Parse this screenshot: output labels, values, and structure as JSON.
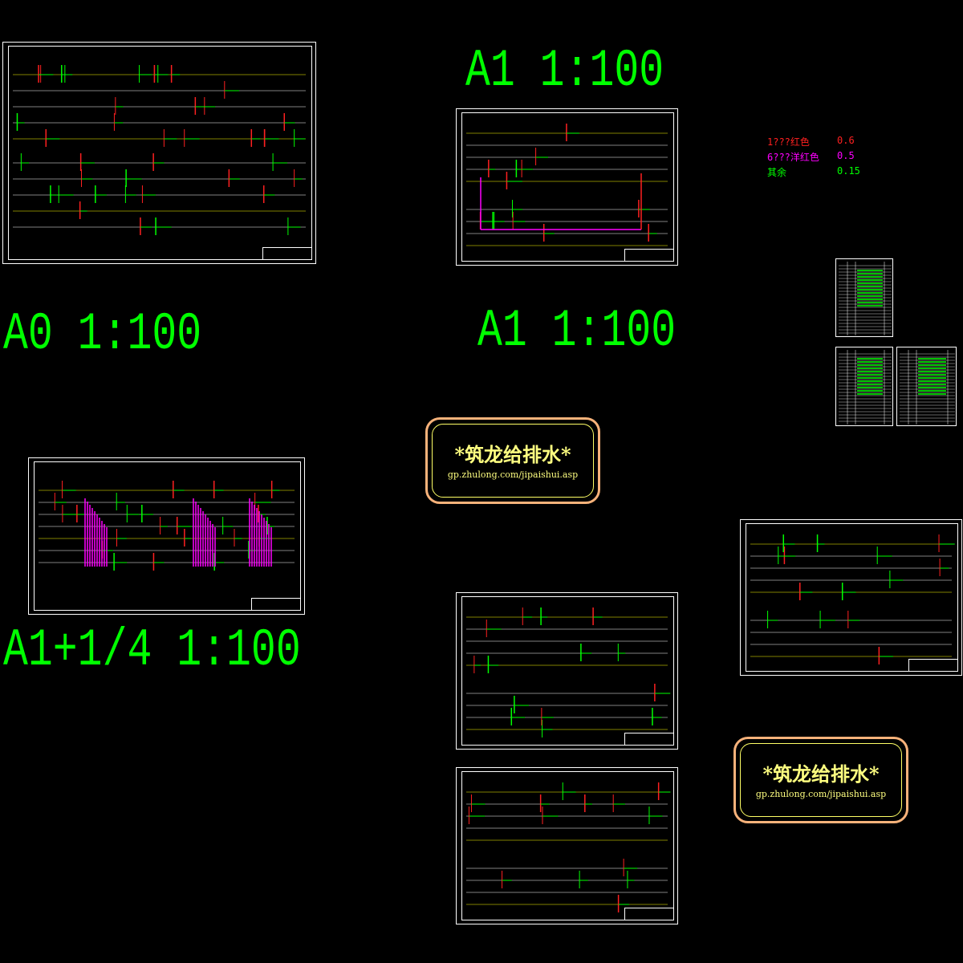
{
  "labels": {
    "top_a1": "A1 1:100",
    "a0": "A0 1:100",
    "mid_a1": "A1 1:100",
    "a1q": "A1+1/4 1:100"
  },
  "legend": [
    {
      "name": "1???红色",
      "value": "0.6",
      "color": "#ff2020"
    },
    {
      "name": "6???洋红色",
      "value": "0.5",
      "color": "#ff00ff"
    },
    {
      "name": "其余",
      "value": "0.15",
      "color": "#00ff00"
    }
  ],
  "watermark": {
    "title": "*筑龙给排水*",
    "url": "gp.zhulong.com/jipaishui.asp"
  },
  "colors": {
    "green": "#00ff00",
    "red": "#ff2020",
    "magenta": "#ff00ff",
    "yellow": "#ffff00",
    "white": "#ffffff"
  }
}
